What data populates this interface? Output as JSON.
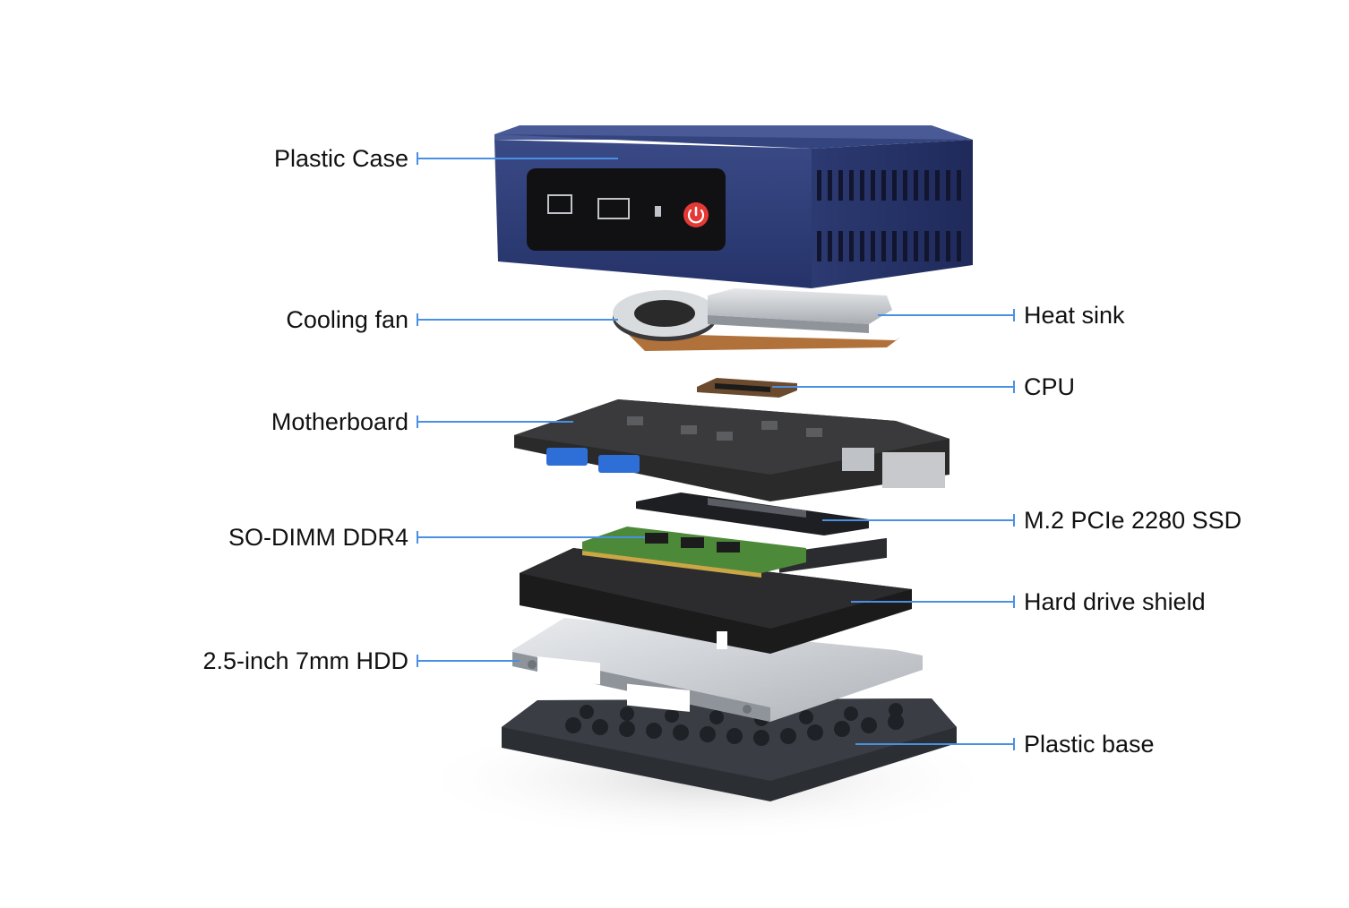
{
  "colors": {
    "leader_line": "#4a90e2",
    "case_blue": "#2f3d73",
    "case_top": "#3b4a86",
    "power_button": "#e53935",
    "usb_blue": "#2d6fd6",
    "pcb": "#2a2a2a",
    "shield": "#1b1b1b",
    "hdd": "#c9cdd2",
    "ram_green": "#4c8a3a",
    "copper": "#b0713a",
    "base": "#2b2e33"
  },
  "labels_left": [
    {
      "id": "plastic-case",
      "text": "Plastic Case"
    },
    {
      "id": "cooling-fan",
      "text": "Cooling fan"
    },
    {
      "id": "motherboard",
      "text": "Motherboard"
    },
    {
      "id": "so-dimm",
      "text": "SO-DIMM DDR4"
    },
    {
      "id": "hdd",
      "text": "2.5-inch 7mm HDD"
    }
  ],
  "labels_right": [
    {
      "id": "heat-sink",
      "text": "Heat sink"
    },
    {
      "id": "cpu",
      "text": "CPU"
    },
    {
      "id": "ssd",
      "text": "M.2 PCIe 2280 SSD"
    },
    {
      "id": "hdd-shield",
      "text": "Hard drive shield"
    },
    {
      "id": "plastic-base",
      "text": "Plastic base"
    }
  ]
}
